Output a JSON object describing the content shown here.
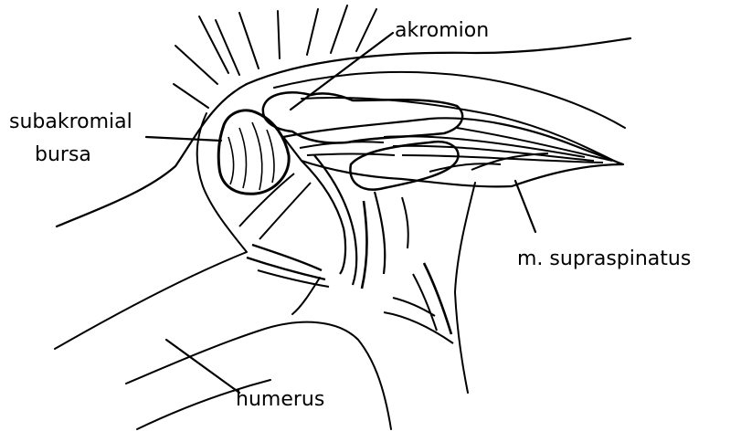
{
  "labels": {
    "acromion": "akromion",
    "bursa_line1": "subakromial",
    "bursa_line2": "bursa",
    "muscle": "m. supraspinatus",
    "humerus": "humerus"
  },
  "colors": {
    "ink": "#000000",
    "paper": "#ffffff"
  }
}
